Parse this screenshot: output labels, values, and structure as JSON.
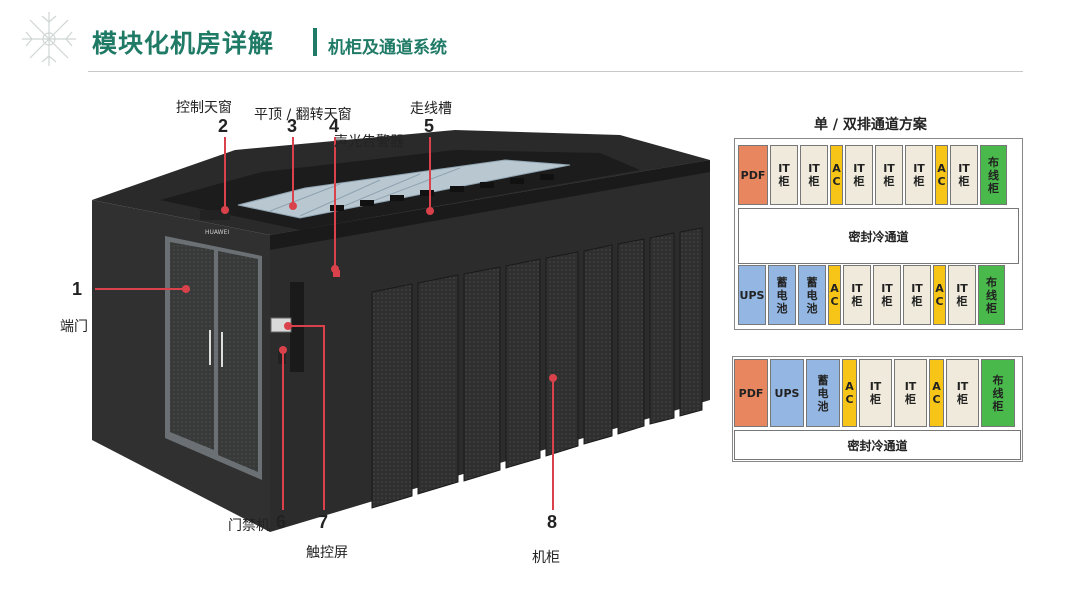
{
  "header": {
    "title": "模块化机房详解",
    "separator": "|",
    "subtitle": "机柜及通道系统"
  },
  "callouts": [
    {
      "num": "1",
      "label": "端门"
    },
    {
      "num": "2",
      "label": "控制天窗"
    },
    {
      "num": "3",
      "label": "平顶 / 翻转天窗"
    },
    {
      "num": "4",
      "label": "声光告警器"
    },
    {
      "num": "5",
      "label": "走线槽"
    },
    {
      "num": "6",
      "label": "门禁机"
    },
    {
      "num": "7",
      "label": "触控屏"
    },
    {
      "num": "8",
      "label": "机柜"
    }
  ],
  "diagram": {
    "title": "单 / 双排通道方案",
    "aisle_label": "密封冷通道",
    "top_row": [
      {
        "label": "PDF",
        "kind": "pdf"
      },
      {
        "label": "IT\n柜",
        "kind": "it"
      },
      {
        "label": "IT\n柜",
        "kind": "it"
      },
      {
        "label": "A\nC",
        "kind": "ac"
      },
      {
        "label": "IT\n柜",
        "kind": "it"
      },
      {
        "label": "IT\n柜",
        "kind": "it"
      },
      {
        "label": "IT\n柜",
        "kind": "it"
      },
      {
        "label": "A\nC",
        "kind": "ac"
      },
      {
        "label": "IT\n柜",
        "kind": "it"
      },
      {
        "label": "布\n线\n柜",
        "kind": "wiring"
      }
    ],
    "bottom_row": [
      {
        "label": "UPS",
        "kind": "ups"
      },
      {
        "label": "蓄\n电\n池",
        "kind": "ups"
      },
      {
        "label": "蓄\n电\n池",
        "kind": "ups"
      },
      {
        "label": "A\nC",
        "kind": "ac"
      },
      {
        "label": "IT\n柜",
        "kind": "it"
      },
      {
        "label": "IT\n柜",
        "kind": "it"
      },
      {
        "label": "IT\n柜",
        "kind": "it"
      },
      {
        "label": "A\nC",
        "kind": "ac"
      },
      {
        "label": "IT\n柜",
        "kind": "it"
      },
      {
        "label": "布\n线\n柜",
        "kind": "wiring"
      }
    ],
    "single_row": [
      {
        "label": "PDF",
        "kind": "pdf"
      },
      {
        "label": "UPS",
        "kind": "ups"
      },
      {
        "label": "蓄\n电\n池",
        "kind": "ups"
      },
      {
        "label": "A\nC",
        "kind": "ac"
      },
      {
        "label": "IT\n柜",
        "kind": "it"
      },
      {
        "label": "IT\n柜",
        "kind": "it"
      },
      {
        "label": "A\nC",
        "kind": "ac"
      },
      {
        "label": "IT\n柜",
        "kind": "it"
      },
      {
        "label": "布\n线\n柜",
        "kind": "wiring"
      }
    ]
  },
  "colors": {
    "brand": "#1f7a66",
    "pdf": "#e8865f",
    "it": "#efeadb",
    "ac": "#f6c518",
    "ups": "#93b6e2",
    "wiring": "#48b94a",
    "callout_line": "#d9414b"
  }
}
